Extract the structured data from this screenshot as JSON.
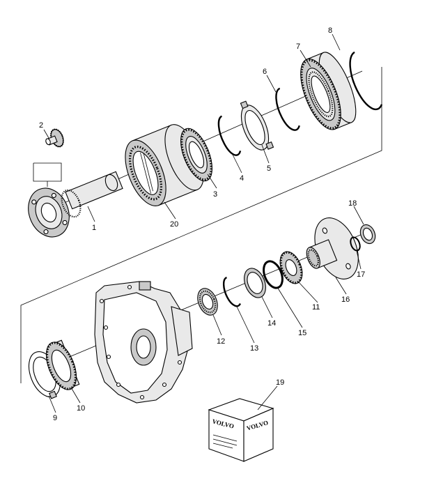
{
  "callouts": {
    "p1": "1",
    "p2": "2",
    "p3": "3",
    "p4": "4",
    "p5": "5",
    "p6": "6",
    "p7": "7",
    "p8": "8",
    "p9": "9",
    "p10": "10",
    "p11": "11",
    "p12": "12",
    "p13": "13",
    "p14": "14",
    "p15": "15",
    "p16": "16",
    "p17": "17",
    "p18": "18",
    "p19": "19",
    "p20": "20"
  },
  "kit_box": {
    "brand_left": "VOLVO",
    "brand_right": "VOLVO"
  }
}
